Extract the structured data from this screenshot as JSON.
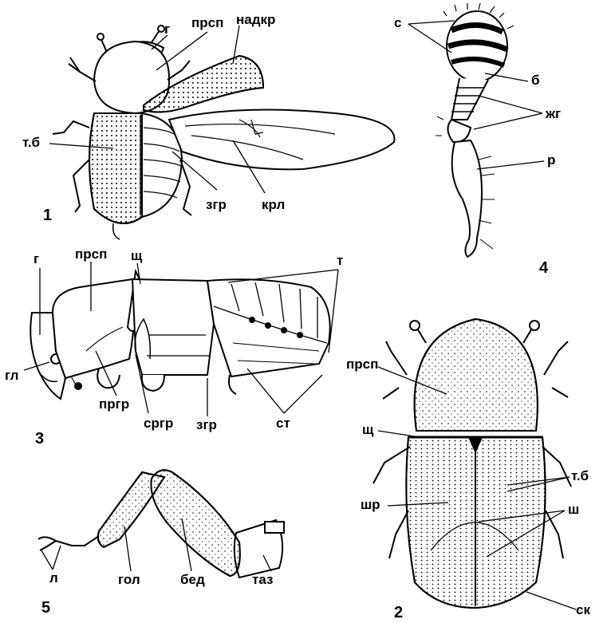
{
  "figures": [
    {
      "number": "1",
      "labels": {
        "head": "г",
        "pronotum": "прсп",
        "elytron": "надкр",
        "elytra_tb": "т.б",
        "hind_wing": "крл",
        "metathorax": "згр"
      }
    },
    {
      "number": "2",
      "labels": {
        "pronotum": "прсп",
        "scutellum": "щ",
        "suture": "шр",
        "elytra_tb": "т.б",
        "sutures": "ш",
        "declivity": "ск"
      }
    },
    {
      "number": "3",
      "labels": {
        "head": "г",
        "pronotum": "прсп",
        "scutellum": "щ",
        "tergites": "т",
        "eye": "гл",
        "prothorax": "пргр",
        "mesothorax": "сргр",
        "metathorax": "згр",
        "sternites": "ст"
      }
    },
    {
      "number": "4",
      "labels": {
        "setae": "с",
        "club": "б",
        "funicle": "жг",
        "scape": "р"
      }
    },
    {
      "number": "5",
      "labels": {
        "claws": "л",
        "tibia": "гол",
        "femur": "бед",
        "coxa": "таз"
      }
    }
  ]
}
